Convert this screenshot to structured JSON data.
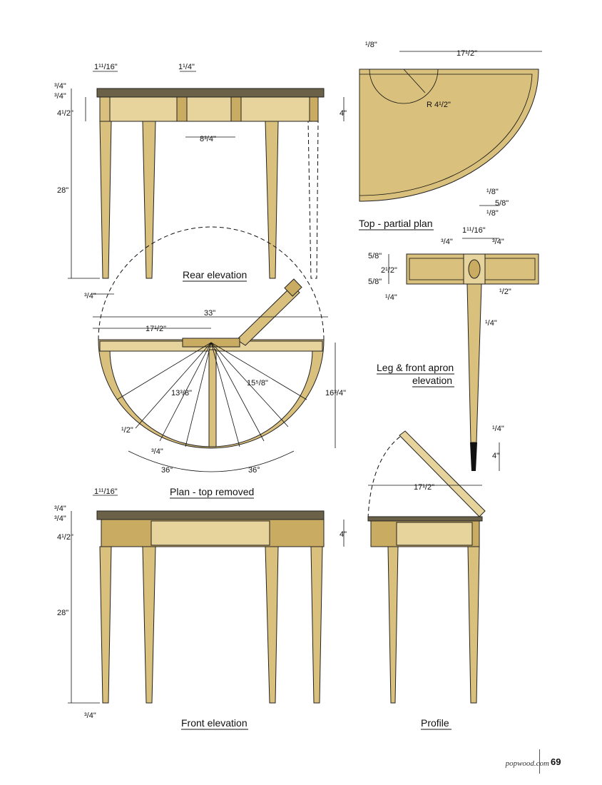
{
  "figures": {
    "rear_elevation": "Rear elevation",
    "top_partial_plan": "Top - partial plan",
    "leg_front_apron": [
      "Leg & front apron",
      "elevation"
    ],
    "plan_top_removed": "Plan - top removed",
    "front_elevation": "Front elevation",
    "profile": "Profile"
  },
  "dims": {
    "rear_1_11_16": "1¹¹/16\"",
    "rear_1_1_4": "1¹/4\"",
    "rear_3_4_a": "³/4\"",
    "rear_3_4_b": "³/4\"",
    "rear_4_1_2": "4¹/2\"",
    "rear_8_3_4": "8³/4\"",
    "rear_4": "4\"",
    "rear_28": "28\"",
    "rear_3_4_leg": "³/4\"",
    "top_1_8": "¹/8\"",
    "top_17_1_2": "17¹/2\"",
    "top_r": "R 4¹/2\"",
    "top_1_8_b": "¹/8\"",
    "top_5_8": "5/8\"",
    "top_1_8_c": "¹/8\"",
    "leg_1_11_16": "1¹¹/16\"",
    "leg_3_4_l": "³/4\"",
    "leg_3_4_r": "³/4\"",
    "leg_5_8_a": "5/8\"",
    "leg_2_1_2": "2¹/2\"",
    "leg_5_8_b": "5/8\"",
    "leg_1_4_a": "¹/4\"",
    "leg_1_2": "¹/2\"",
    "leg_1_4_b": "¹/4\"",
    "leg_1_4_c": "¹/4\"",
    "leg_4": "4\"",
    "plan_33": "33\"",
    "plan_17_1_2": "17¹/2\"",
    "plan_13_3_8": "13³/8\"",
    "plan_15_5_8": "15⁵/8\"",
    "plan_16_3_4": "16³/4\"",
    "plan_1_2": "¹/2\"",
    "plan_3_4": "³/4\"",
    "plan_36_l": "36°",
    "plan_36_r": "36°",
    "front_1_11_16": "1¹¹/16\"",
    "front_3_4_a": "³/4\"",
    "front_3_4_b": "³/4\"",
    "front_4_1_2": "4¹/2\"",
    "front_4": "4\"",
    "front_28": "28\"",
    "front_3_4_leg": "³/4\"",
    "profile_17_1_2": "17¹/2\""
  },
  "footer": {
    "site": "popwood.com",
    "page": "69"
  },
  "colors": {
    "wood": "#d9c07c",
    "top": "#6b6048"
  }
}
